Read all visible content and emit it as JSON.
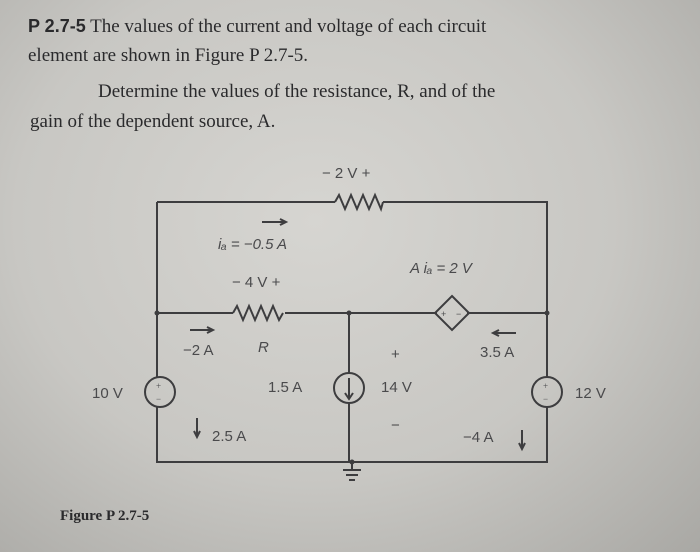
{
  "problem": {
    "number": "P 2.7-5",
    "line1": "The values of the current and voltage of each circuit",
    "line2": "element are shown in Figure P 2.7-5.",
    "line3": "Determine the values of the resistance, R, and of the",
    "line4": "gain of the dependent source, A."
  },
  "figure": {
    "caption": "Figure P 2.7-5",
    "labels": {
      "top_resistor_voltage": "− 2 V +",
      "ia": "iₐ = −0.5 A",
      "r_voltage": "− 4 V +",
      "r_name": "R",
      "r_current": "−2 A",
      "dep_source": "A iₐ = 2 V",
      "dep_current": "3.5 A",
      "left_source": "10 V",
      "left_current": "2.5 A",
      "mid_current": "1.5 A",
      "mid_voltage": "14 V",
      "mid_plus": "+",
      "mid_minus": "−",
      "right_source": "12 V",
      "right_current": "−4 A"
    }
  }
}
